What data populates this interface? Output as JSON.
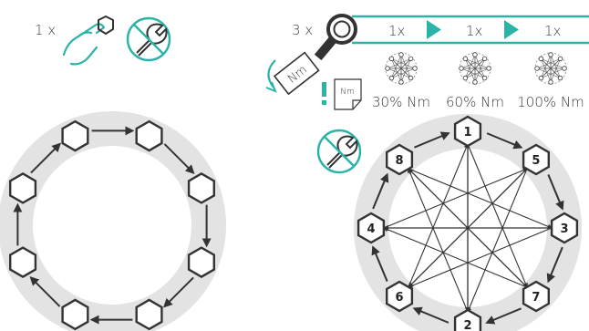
{
  "step_one": {
    "count_label": "1 x"
  },
  "torque_step": {
    "count_label": "3 x",
    "tool_label": "Nm",
    "doc_label": "Nm",
    "passes": [
      {
        "count": "1x",
        "torque": "30% Nm"
      },
      {
        "count": "1x",
        "torque": "60% Nm"
      },
      {
        "count": "1x",
        "torque": "100% Nm"
      }
    ]
  },
  "sequence_numbers": [
    "1",
    "5",
    "3",
    "7",
    "2",
    "6",
    "4",
    "8"
  ],
  "colors": {
    "accent": "#2bb3a8",
    "ring": "#e3e3e3",
    "line": "#333333",
    "warning": "#2bb3a8"
  },
  "icons": [
    "hand-nut-icon",
    "no-wrench-icon",
    "torque-wrench-icon",
    "torque-doc-icon",
    "exclamation-icon",
    "star-pattern-icon"
  ]
}
